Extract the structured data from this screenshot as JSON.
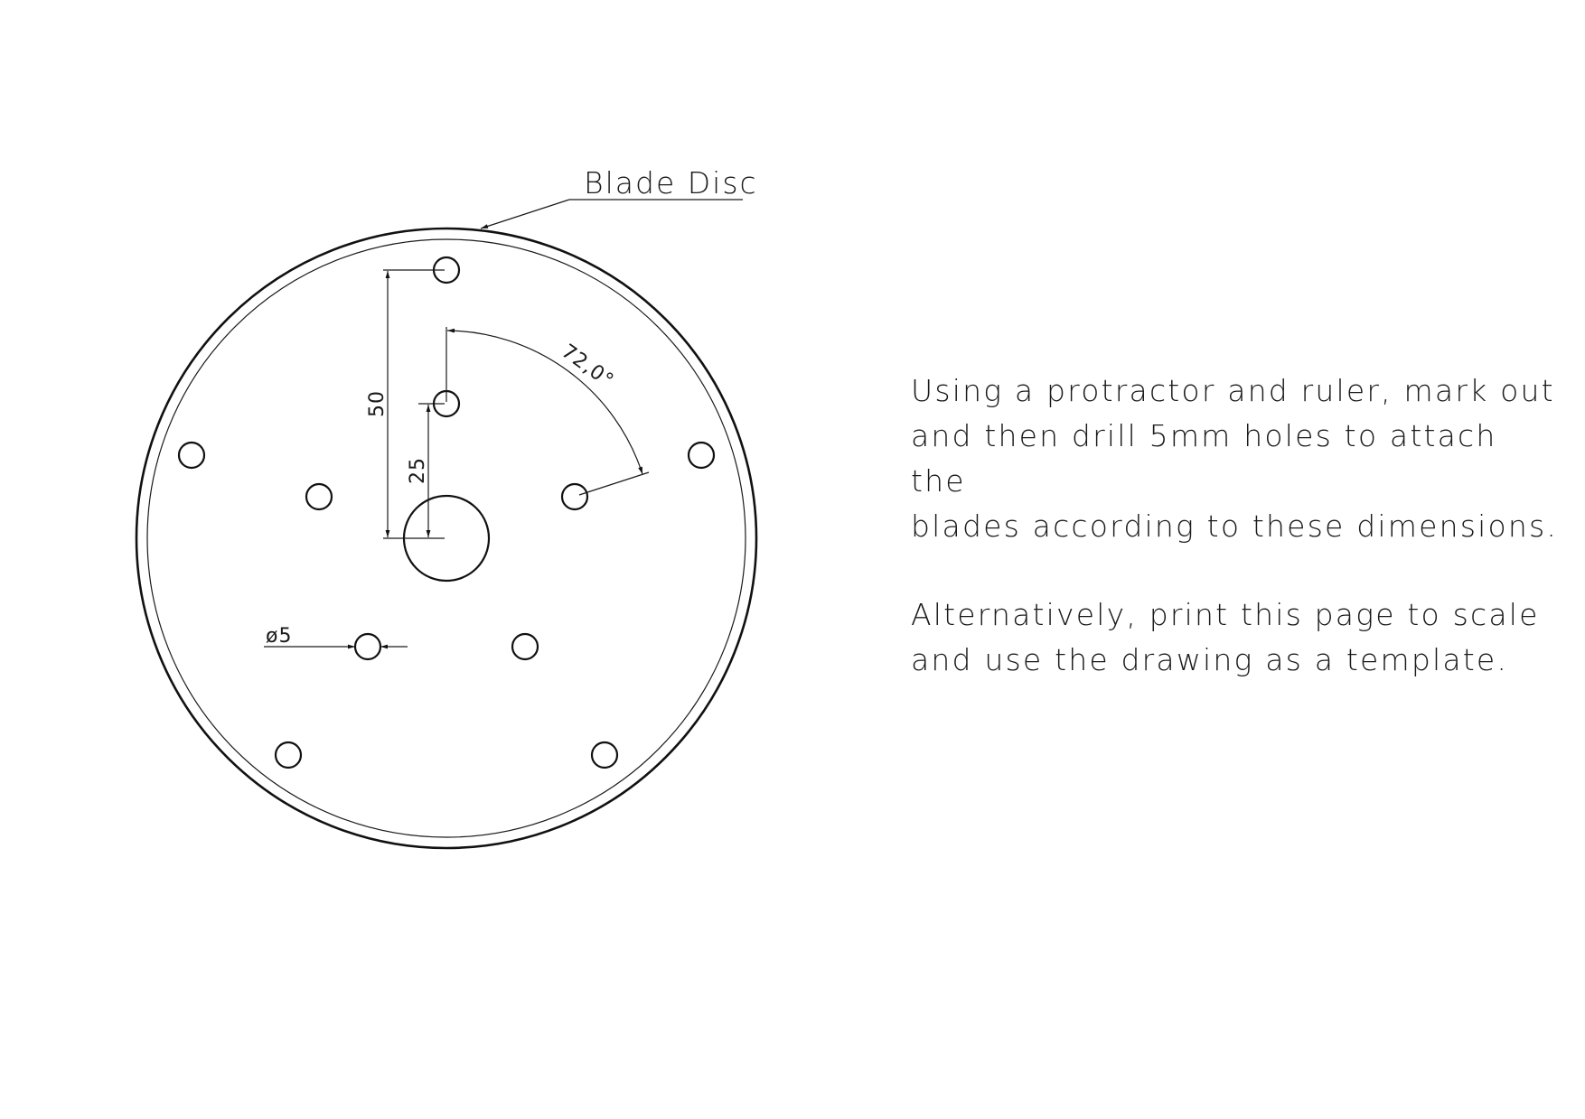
{
  "title": "Blade Disc",
  "dimensions": {
    "outer_distance": "50",
    "inner_distance": "25",
    "angle": "72,0°",
    "hole_diameter": "ø5"
  },
  "notes": {
    "paragraph_1": "Using a protractor and ruler, mark out\nand then drill 5mm holes to attach the\nblades according to these dimensions.",
    "paragraph_2": "Alternatively, print this page to scale\nand use the drawing as a template."
  },
  "colors": {
    "line": "#111111",
    "background": "#ffffff"
  }
}
